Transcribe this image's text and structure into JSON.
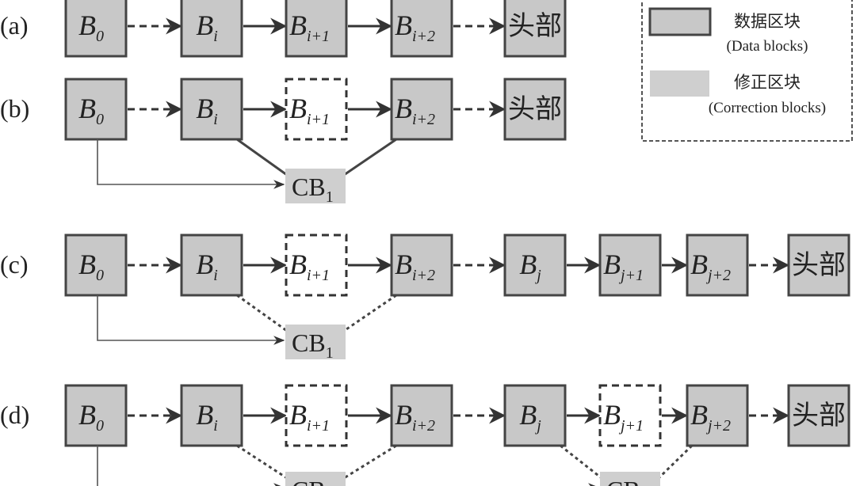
{
  "colors": {
    "data_block": "#c8c8c8",
    "correction_block": "#cfcfcf",
    "border": "#444444"
  },
  "legend": {
    "data_blocks_cn": "数据区块",
    "data_blocks_en": "(Data blocks)",
    "correction_blocks_cn": "修正区块",
    "correction_blocks_en": "(Correction blocks)"
  },
  "rows": [
    {
      "label": "(a)",
      "blocks": [
        {
          "base": "B",
          "sub": "0",
          "style": "data"
        },
        {
          "base": "B",
          "sub": "i",
          "style": "data"
        },
        {
          "base": "B",
          "sub": "i+1",
          "style": "data"
        },
        {
          "base": "B",
          "sub": "i+2",
          "style": "data"
        },
        {
          "base": "头部",
          "sub": "",
          "style": "data"
        }
      ],
      "links": [
        "dashed",
        "solid",
        "solid",
        "dashed"
      ],
      "cbs": []
    },
    {
      "label": "(b)",
      "blocks": [
        {
          "base": "B",
          "sub": "0",
          "style": "data"
        },
        {
          "base": "B",
          "sub": "i",
          "style": "data"
        },
        {
          "base": "B",
          "sub": "i+1",
          "style": "missing"
        },
        {
          "base": "B",
          "sub": "i+2",
          "style": "data"
        },
        {
          "base": "头部",
          "sub": "",
          "style": "data"
        }
      ],
      "links": [
        "dashed",
        "solid",
        "solid",
        "dashed"
      ],
      "cbs": [
        {
          "base": "CB",
          "sub": "1",
          "connector": "solid"
        }
      ]
    },
    {
      "label": "(c)",
      "blocks": [
        {
          "base": "B",
          "sub": "0",
          "style": "data"
        },
        {
          "base": "B",
          "sub": "i",
          "style": "data"
        },
        {
          "base": "B",
          "sub": "i+1",
          "style": "missing"
        },
        {
          "base": "B",
          "sub": "i+2",
          "style": "data"
        },
        {
          "base": "B",
          "sub": "j",
          "style": "data"
        },
        {
          "base": "B",
          "sub": "j+1",
          "style": "data"
        },
        {
          "base": "B",
          "sub": "j+2",
          "style": "data"
        },
        {
          "base": "头部",
          "sub": "",
          "style": "data"
        }
      ],
      "links": [
        "dashed",
        "solid",
        "solid",
        "dashed",
        "solid",
        "solid",
        "dashed"
      ],
      "cbs": [
        {
          "base": "CB",
          "sub": "1",
          "connector": "dotted"
        }
      ]
    },
    {
      "label": "(d)",
      "blocks": [
        {
          "base": "B",
          "sub": "0",
          "style": "data"
        },
        {
          "base": "B",
          "sub": "i",
          "style": "data"
        },
        {
          "base": "B",
          "sub": "i+1",
          "style": "missing"
        },
        {
          "base": "B",
          "sub": "i+2",
          "style": "data"
        },
        {
          "base": "B",
          "sub": "j",
          "style": "data"
        },
        {
          "base": "B",
          "sub": "j+1",
          "style": "missing"
        },
        {
          "base": "B",
          "sub": "j+2",
          "style": "data"
        },
        {
          "base": "头部",
          "sub": "",
          "style": "data"
        }
      ],
      "links": [
        "dashed",
        "solid",
        "solid",
        "dashed",
        "solid",
        "solid",
        "dashed"
      ],
      "cbs": [
        {
          "base": "CB",
          "sub": "",
          "connector": "dotted"
        },
        {
          "base": "CB",
          "sub": "",
          "connector": "dotted"
        }
      ]
    }
  ]
}
